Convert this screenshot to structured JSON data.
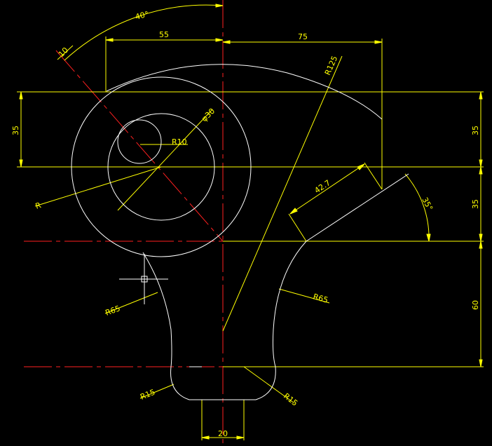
{
  "colors": {
    "background": "#000000",
    "geometry": "#ffffff",
    "dimension": "#ffff00",
    "centerline": "#ff0000"
  },
  "dimensions": {
    "angle_40": "40°",
    "d55": "55",
    "d75": "75",
    "d10": "10",
    "r125": "R125",
    "phi30": "φ30",
    "r10": "R10",
    "r_big": "R",
    "d42_7": "42.7",
    "angle_35": "35°",
    "d35_left": "35",
    "d35_right_top": "35",
    "d35_right_mid": "35",
    "d60": "60",
    "r65_left": "R65",
    "r65_right": "R65",
    "r15_left": "R15",
    "r15_right": "R15",
    "d20": "20"
  }
}
